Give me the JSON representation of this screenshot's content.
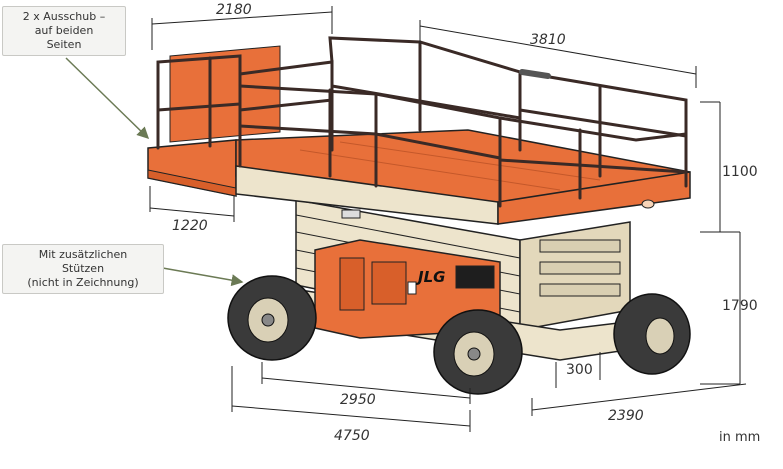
{
  "callouts": {
    "ausschub": "2 x Ausschub –\nauf beiden\nSeiten",
    "stuetzen": "Mit zusätzlichen\nStützen\n(nicht in Zeichnung)"
  },
  "dimensions": {
    "platform_extension_width": "2180",
    "platform_length": "3810",
    "rail_height": "1100",
    "extension_length": "1220",
    "platform_height": "1790",
    "ground_clearance": "300",
    "wheelbase": "2950",
    "overall_width": "2390",
    "overall_length": "4750"
  },
  "brand": {
    "logo_text": "JLG"
  },
  "units": "in mm",
  "colors": {
    "orange": "#e8703a",
    "beige": "#ede4cc",
    "rail": "#3a2a26",
    "tire": "#3a3a3a",
    "line": "#222222"
  }
}
